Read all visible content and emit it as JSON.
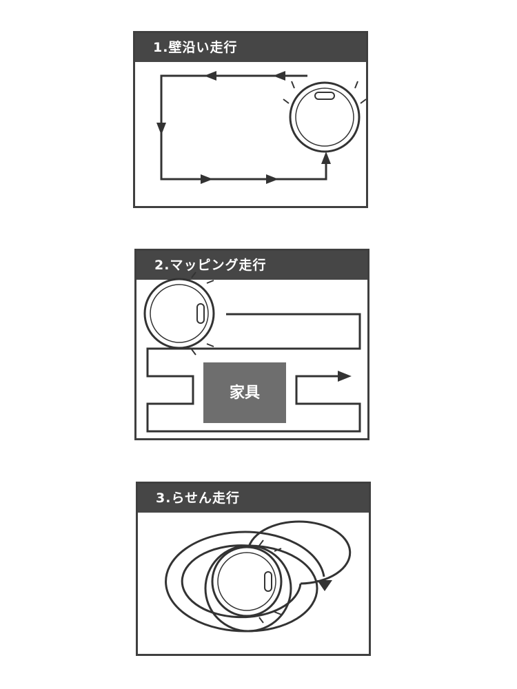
{
  "panels": [
    {
      "title": "1.壁沿い走行"
    },
    {
      "title": "2.マッピング走行",
      "obstacle_label": "家具"
    },
    {
      "title": "3.らせん走行"
    }
  ],
  "colors": {
    "header_bg": "#464646",
    "line": "#333333",
    "furniture": "#6e6e6e"
  },
  "icons": [
    "robot-vacuum-icon",
    "arrow-icon"
  ]
}
